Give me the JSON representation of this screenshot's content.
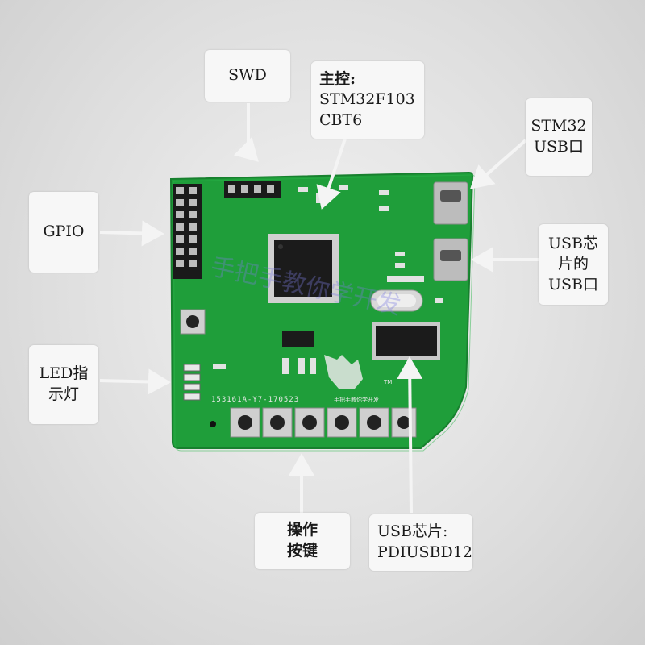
{
  "labels": {
    "swd": "SWD",
    "mcu_line1": "主控:",
    "mcu_line2": "STM32F103",
    "mcu_line3": "CBT6",
    "stm32_usb_line1": "STM32",
    "stm32_usb_line2": "USB口",
    "gpio": "GPIO",
    "usbchip_port_line1": "USB芯",
    "usbchip_port_line2": "片的",
    "usbchip_port_line3": "USB口",
    "led_line1": "LED指",
    "led_line2": "示灯",
    "keys_line1": "操作",
    "keys_line2": "按键",
    "usbchip_line1": "USB芯片:",
    "usbchip_line2": "PDIUSBD12"
  },
  "board": {
    "silkscreen_serial": "153161A-Y7-170523",
    "silkscreen_brand": "手把手教你学开发",
    "watermark": "手把手教你学开发",
    "tm_mark": "TM",
    "colors": {
      "board_green": "#1f9e3a",
      "chip_black": "#1b1b1b",
      "pin_metal": "#c9c9c9"
    }
  },
  "colors": {
    "background": "#e4e4e4",
    "label_box": "#f7f7f7",
    "arrow": "#f2f2f2"
  }
}
